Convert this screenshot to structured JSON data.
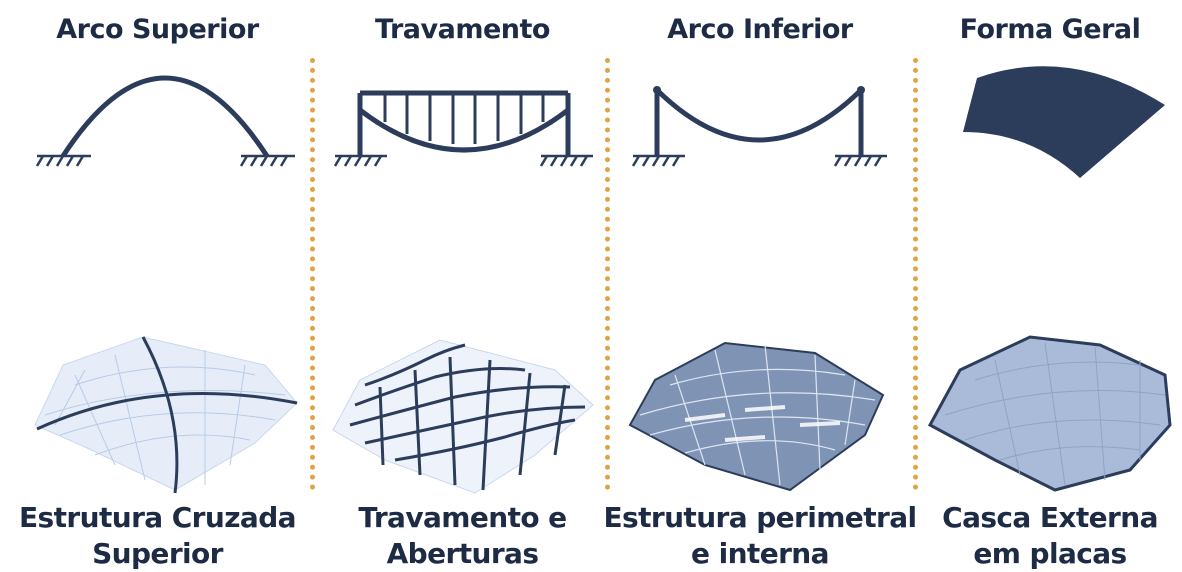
{
  "panels": [
    {
      "title": "Arco Superior",
      "caption_lines": [
        "Estrutura Cruzada",
        "Superior"
      ]
    },
    {
      "title": "Travamento",
      "caption_lines": [
        "Travamento e",
        "Aberturas"
      ]
    },
    {
      "title": "Arco Inferior",
      "caption_lines": [
        "Estrutura perimetral",
        "e interna"
      ]
    },
    {
      "title": "Forma Geral",
      "caption_lines": [
        "Casca Externa",
        "em placas"
      ]
    }
  ],
  "colors": {
    "ink": "#2c3d5b",
    "text": "#1e2b45",
    "separator": "#e0a445",
    "mesh_light": "#c9d8ee",
    "mesh_fill": "#a9bbd8"
  }
}
